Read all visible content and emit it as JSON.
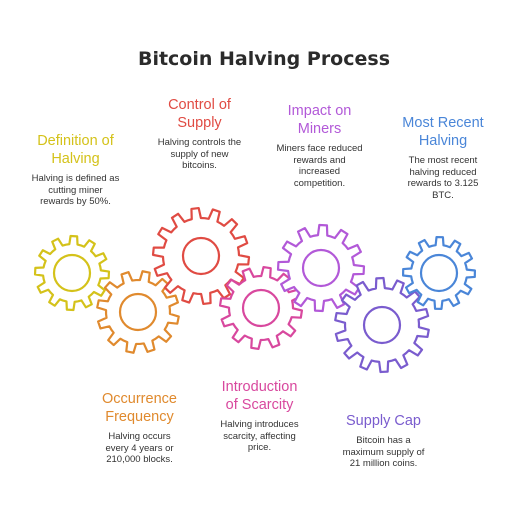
{
  "title": "Bitcoin Halving Process",
  "blocks": {
    "definition": {
      "title_lines": [
        "Definition of",
        "Halving"
      ],
      "body_lines": [
        "Halving is defined as",
        "cutting miner",
        "rewards by 50%."
      ],
      "color": "#D4C21A"
    },
    "control": {
      "title_lines": [
        "Control of",
        "Supply"
      ],
      "body_lines": [
        "Halving controls the",
        "supply of new",
        "bitcoins."
      ],
      "color": "#E04B43"
    },
    "impact": {
      "title_lines": [
        "Impact on",
        "Miners"
      ],
      "body_lines": [
        "Miners face reduced",
        "rewards and",
        "increased",
        "competition."
      ],
      "color": "#B259D8"
    },
    "recent": {
      "title_lines": [
        "Most Recent",
        "Halving"
      ],
      "body_lines": [
        "The most recent",
        "halving reduced",
        "rewards to 3.125",
        "BTC."
      ],
      "color": "#4A86D8"
    },
    "occurrence": {
      "title_lines": [
        "Occurrence",
        "Frequency"
      ],
      "body_lines": [
        "Halving occurs",
        "every 4 years or",
        "210,000 blocks."
      ],
      "color": "#E08A2E"
    },
    "scarcity": {
      "title_lines": [
        "Introduction",
        "of Scarcity"
      ],
      "body_lines": [
        "Halving introduces",
        "scarcity, affecting",
        "price."
      ],
      "color": "#D8489E"
    },
    "cap": {
      "title_lines": [
        "Supply Cap"
      ],
      "body_lines": [
        "Bitcoin has a",
        "maximum supply of",
        "21 million coins."
      ],
      "color": "#7A5CCE"
    }
  }
}
